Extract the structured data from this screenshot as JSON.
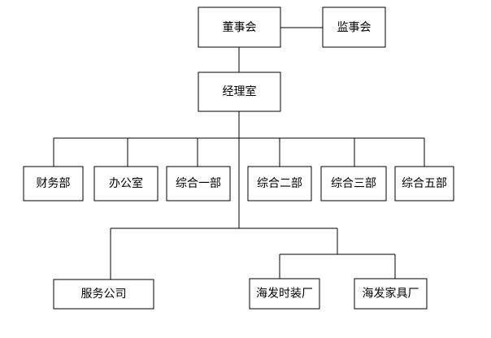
{
  "nodes": {
    "board": "董事会",
    "supervisory": "监事会",
    "manager": "经理室",
    "finance": "财务部",
    "office": "办公室",
    "dept1": "综合一部",
    "dept2": "综合二部",
    "dept3": "综合三部",
    "dept5": "综合五部",
    "service": "服务公司",
    "fashion": "海发时装厂",
    "furniture": "海发家具厂"
  }
}
